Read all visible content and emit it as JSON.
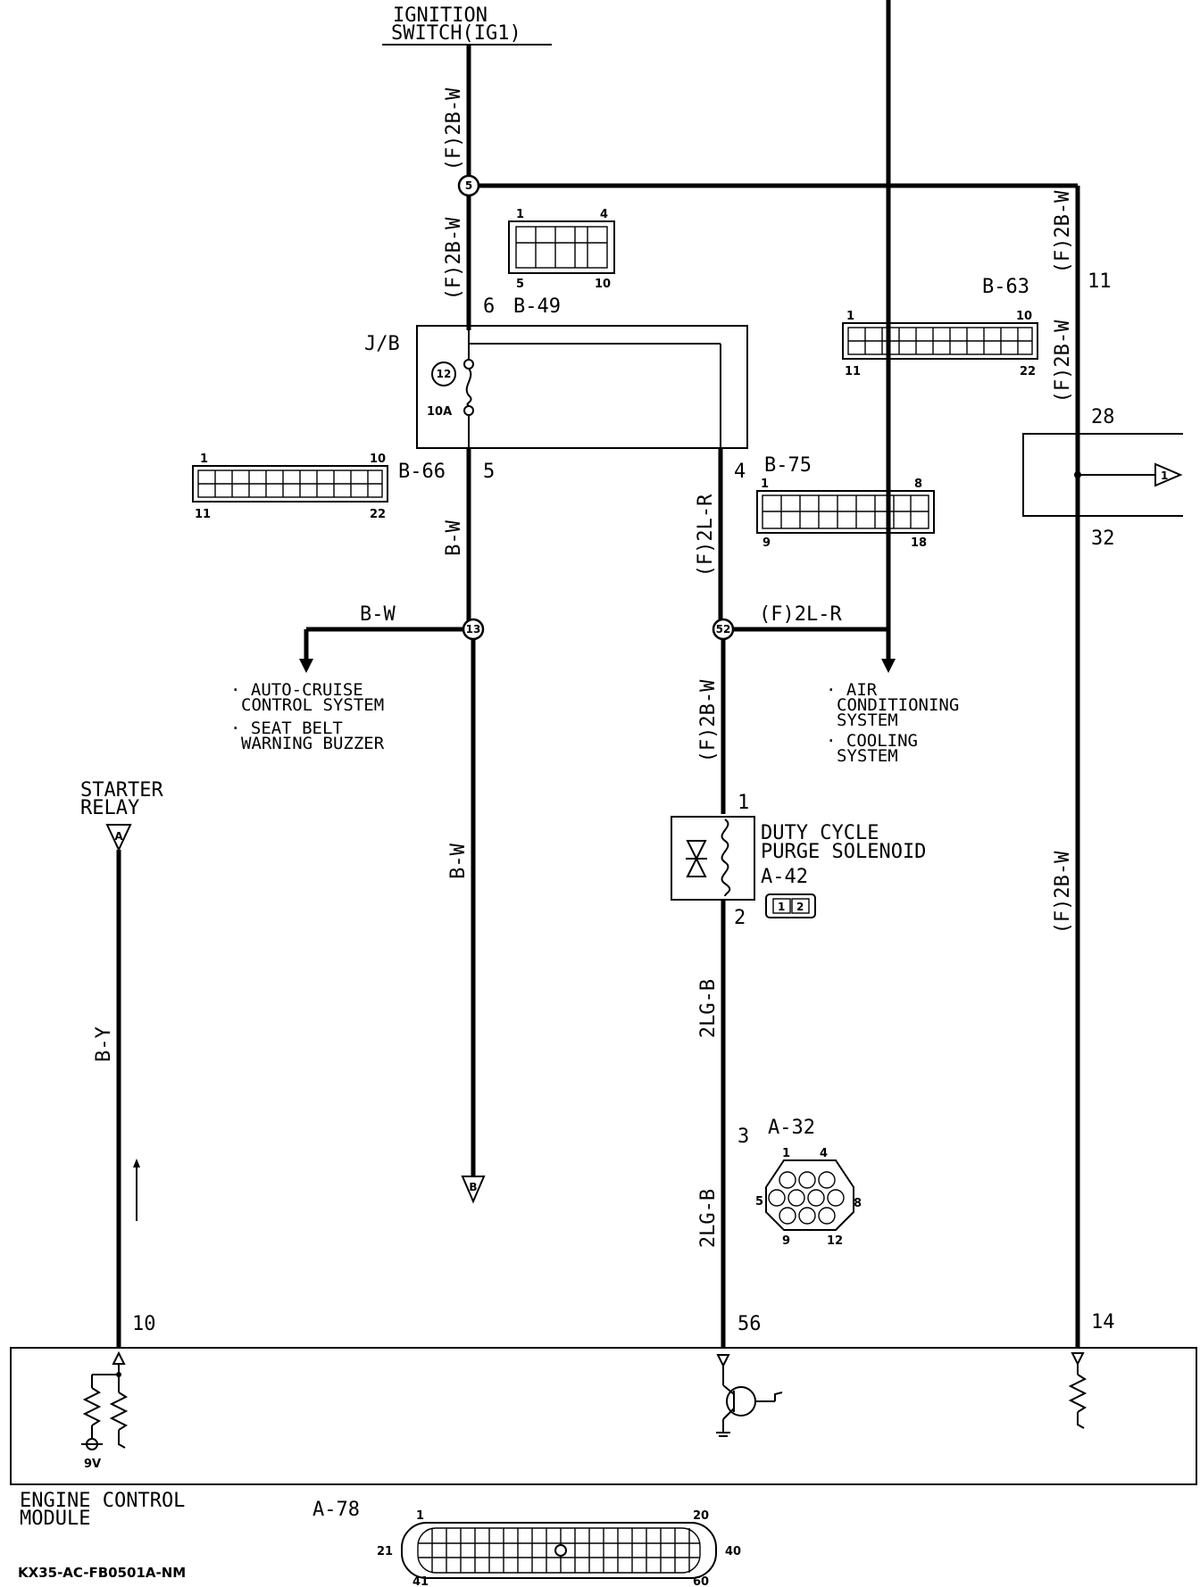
{
  "top": {
    "line1": "IGNITION",
    "line2": "SWITCH(IG1)"
  },
  "junctions": {
    "j5": "5",
    "j13": "13",
    "j52": "52",
    "j12": "12"
  },
  "wires": {
    "w_top": "(F)2B-W",
    "w_below_node5": "(F)2B-W",
    "w_bw_upper": "B-W",
    "w_bw_branch": "B-W",
    "w_bw_lower": "B-W",
    "w_2lr": "(F)2L-R",
    "w_2lr_branch": "(F)2L-R",
    "w_2bw_mid": "(F)2B-W",
    "w_2lgb_upper": "2LG-B",
    "w_2lgb_lower": "2LG-B",
    "w_right_top": "(F)2B-W",
    "w_right_mid": "(F)2B-W",
    "w_right_low": "(F)2B-W",
    "w_by": "B-Y"
  },
  "pins": {
    "p6": "6",
    "p5": "5",
    "p4": "4",
    "p11": "11",
    "p28": "28",
    "p32": "32",
    "p1": "1",
    "p2": "2",
    "p3": "3",
    "p10": "10",
    "p56": "56",
    "p14": "14"
  },
  "connectors": {
    "b49": {
      "name": "B-49",
      "tl": "1",
      "tr": "4",
      "bl": "5",
      "br": "10"
    },
    "b63": {
      "name": "B-63",
      "tl": "1",
      "tr": "10",
      "bl": "11",
      "br": "22"
    },
    "b66": {
      "name": "B-66",
      "tl": "1",
      "tr": "10",
      "bl": "11",
      "br": "22"
    },
    "b75": {
      "name": "B-75",
      "tl": "1",
      "tr": "8",
      "bl": "9",
      "br": "18"
    },
    "a42": {
      "name": "A-42",
      "p1": "1",
      "p2": "2"
    },
    "a32": {
      "name": "A-32",
      "tl": "1",
      "tr": "4",
      "l": "5",
      "r": "8",
      "bl": "9",
      "br": "12"
    },
    "a78": {
      "name": "A-78",
      "tl": "1",
      "tr": "20",
      "l": "21",
      "r": "40",
      "bl": "41",
      "br": "60"
    }
  },
  "jb": {
    "label": "J/B",
    "fuse_num": "12",
    "fuse_rating": "10A"
  },
  "branches": {
    "left": [
      "· AUTO-CRUISE",
      "CONTROL SYSTEM",
      "· SEAT BELT",
      "WARNING BUZZER"
    ],
    "right": [
      "· AIR",
      "CONDITIONING",
      "SYSTEM",
      "· COOLING",
      "SYSTEM"
    ]
  },
  "starter": {
    "line1": "STARTER",
    "line2": "RELAY",
    "mark": "A"
  },
  "off_page": {
    "b": "B",
    "one": "1"
  },
  "solenoid": {
    "line1": "DUTY CYCLE",
    "line2": "PURGE SOLENOID"
  },
  "ecm": {
    "line1": "ENGINE CONTROL",
    "line2": "MODULE",
    "v9": "9V"
  },
  "code": "KX35-AC-FB0501A-NM"
}
